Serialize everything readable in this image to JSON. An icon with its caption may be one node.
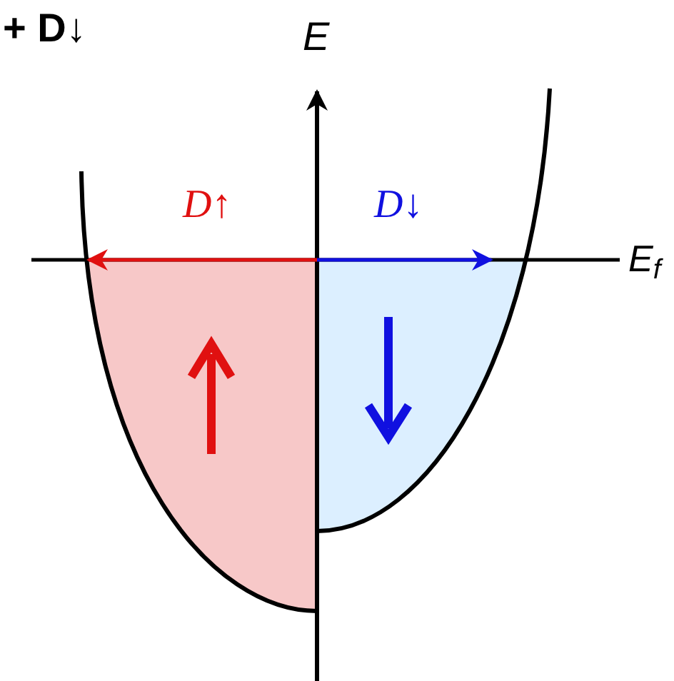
{
  "diagram": {
    "labels": [
      "+ D↓",
      "E",
      "D↑",
      "D↓",
      "E$_{f}$"
    ]
  }
}
